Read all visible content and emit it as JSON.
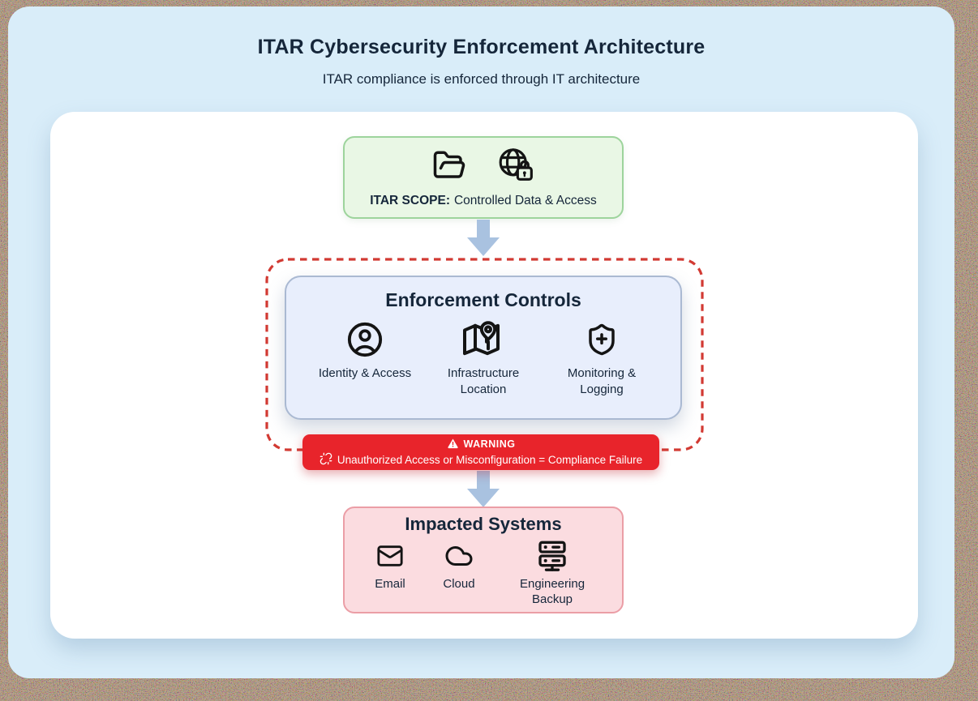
{
  "page": {
    "title": "ITAR Cybersecurity Enforcement Architecture",
    "subtitle": "ITAR compliance is enforced through IT architecture"
  },
  "scope": {
    "label_bold": "ITAR SCOPE:",
    "label_text": "Controlled Data & Access",
    "icons": [
      "folder-open-icon",
      "globe-lock-icon"
    ]
  },
  "enforcement": {
    "title": "Enforcement Controls",
    "items": [
      {
        "icon": "user-circle-icon",
        "label": "Identity & Access"
      },
      {
        "icon": "map-location-icon",
        "label": "Infrastructure Location"
      },
      {
        "icon": "shield-plus-icon",
        "label": "Monitoring & Logging"
      }
    ]
  },
  "warning": {
    "title": "WARNING",
    "message": "Unauthorized Access or Misconfiguration = Compliance Failure",
    "icons": [
      "alert-triangle-icon",
      "broken-link-icon"
    ]
  },
  "impacted": {
    "title": "Impacted Systems",
    "items": [
      {
        "icon": "mail-icon",
        "label": "Email"
      },
      {
        "icon": "cloud-icon",
        "label": "Cloud"
      },
      {
        "icon": "server-icon",
        "label": "Engineering Backup"
      }
    ]
  },
  "colors": {
    "noise-brown": "#6b3a0f",
    "panel-blue": "#d9edf9",
    "card-white": "#ffffff",
    "ink": "#15263a",
    "scope-bg": "#e9f7e5",
    "scope-border": "#9dd49c",
    "enf-bg": "#e8eefc",
    "enf-border": "#aab9d2",
    "dashed-red": "#d23a33",
    "warn-bg": "#e8242b",
    "impact-bg": "#fbdce0",
    "impact-border": "#eb9ea6",
    "arrow-blue": "#a9c2e0"
  }
}
